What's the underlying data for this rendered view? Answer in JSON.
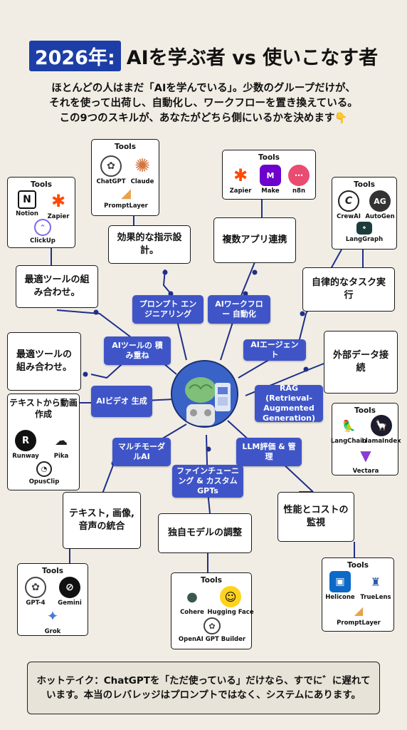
{
  "title": {
    "highlight": "2026年:",
    "rest": "AIを学ぶ者 vs 使いこなす者"
  },
  "intro": [
    "ほとんどの人はまだ「AIを学んでいる」。少数のグループだけが、",
    "それを使って出荷し、自動化し、ワークフローを置き換えている。",
    "この9つのスキルが、あなたがどちら側にいるかを決めます👇"
  ],
  "tools_heading": "Tools",
  "skills": {
    "prompt": {
      "pill": "プロンプト エンジニアリング",
      "desc": "効果的な指示設計。",
      "tools": [
        "ChatGPT",
        "Claude",
        "PromptLayer"
      ]
    },
    "workflow": {
      "pill": "AIワークフロー 自動化",
      "desc": "複数アプリ連携",
      "tools": [
        "Zapier",
        "Make",
        "n8n"
      ]
    },
    "agent": {
      "pill": "AIエージェント",
      "desc": "自律的なタスク実行",
      "tools": [
        "CrewAI",
        "AutoGen",
        "LangGraph"
      ]
    },
    "rag": {
      "pill": "RAG (Retrieval-Augmented Generation)",
      "desc": "外部データ接続",
      "tools": [
        "LangChain",
        "LlamaIndex",
        "Vectara"
      ]
    },
    "llmeval": {
      "pill": "LLM評価 & 管理",
      "desc": "性能とコストの監視",
      "tools": [
        "Helicone",
        "TrueLens",
        "PromptLayer"
      ]
    },
    "finetune": {
      "pill": "ファインチューニング & カスタムGPTs",
      "desc": "独自モデルの調整",
      "tools": [
        "Cohere",
        "Hugging Face",
        "OpenAI GPT Builder"
      ]
    },
    "multimodal": {
      "pill": "マルチモーダルAI",
      "desc": "テキスト, 画像, 音声の統合",
      "tools": [
        "GPT-4",
        "Gemini",
        "Grok"
      ]
    },
    "video": {
      "pill": "AIビデオ 生成",
      "desc": "テキストから動画作成",
      "tools": [
        "Runway",
        "Pika",
        "OpusClip"
      ]
    },
    "stack": {
      "pill": "AIツールの 積み重ね",
      "desc": "最適ツールの組み合わせ。",
      "desc_upper": "最適ツールの組み合わせ。",
      "tools": [
        "Notion",
        "Zapier",
        "ClickUp"
      ]
    }
  },
  "footer": "ホットテイク：ChatGPTを「ただ使っている」だけなら、すでに゛に遅れています。本当のレバレッジはプロンプトではなく、システムにあります。",
  "colors": {
    "pill": "#3f55c7",
    "title_highlight": "#1d3ea6",
    "background": "#f1ede4"
  }
}
